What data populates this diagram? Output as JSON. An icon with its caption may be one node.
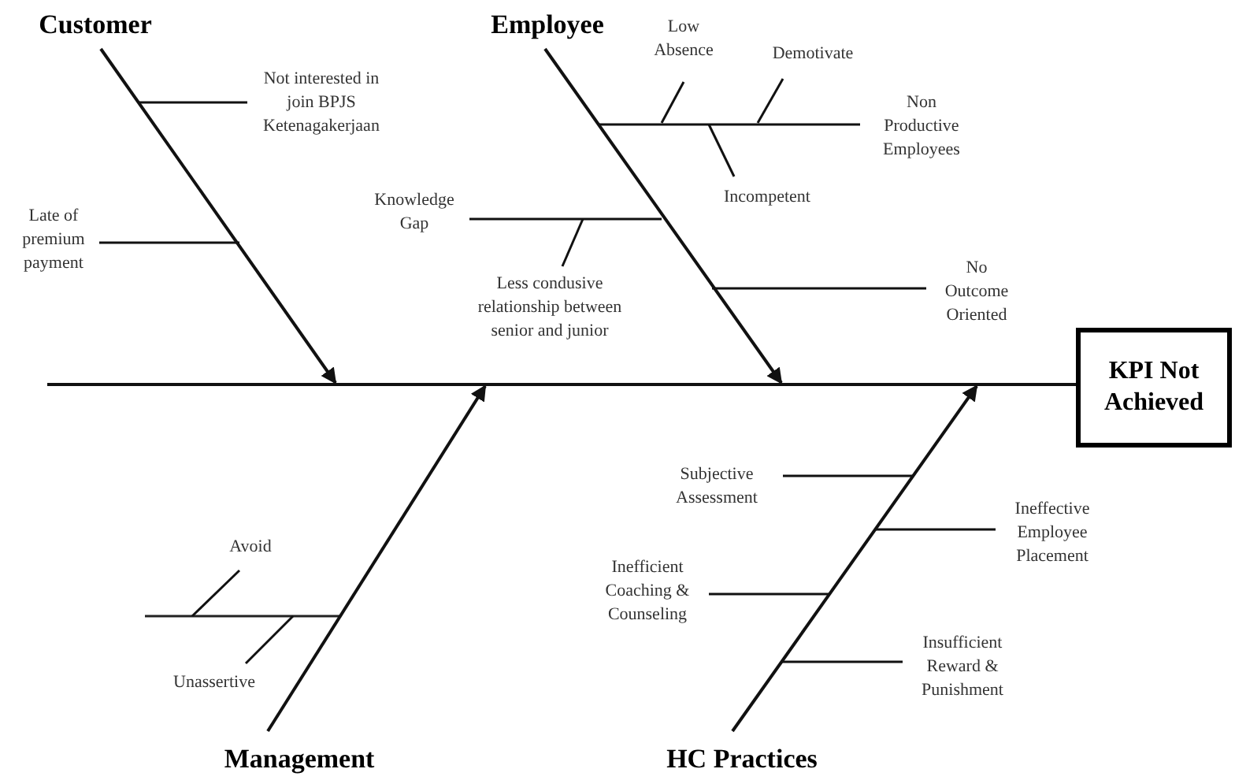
{
  "diagram": {
    "nodes": [
      {
        "text": [
          "Customer"
        ]
      },
      {
        "text": [
          "Employee"
        ]
      },
      {
        "text": [
          "Management"
        ]
      },
      {
        "text": [
          "HC Practices"
        ]
      },
      {
        "text": [
          "KPI Not Achieved"
        ]
      },
      {
        "text": [
          "Not interested in join BPJS Ketenagakerjaan"
        ]
      },
      {
        "text": [
          "Late of premium payment"
        ]
      },
      {
        "text": [
          "Knowledge Gap"
        ]
      },
      {
        "text": [
          "Less condusive relationship between senior and junior"
        ]
      },
      {
        "text": [
          "Low Absence"
        ]
      },
      {
        "text": [
          "Demotivate"
        ]
      },
      {
        "text": [
          "Incompetent"
        ]
      },
      {
        "text": [
          "Non Productive Employees"
        ]
      },
      {
        "text": [
          "No Outcome Oriented"
        ]
      },
      {
        "text": [
          "Avoid"
        ]
      },
      {
        "text": [
          "Unassertive"
        ]
      },
      {
        "text": [
          "Subjective Assessment"
        ]
      },
      {
        "text": [
          "Ineffective Employee Placement"
        ]
      },
      {
        "text": [
          "Inefficient Coaching & Counseling"
        ]
      },
      {
        "text": [
          "Insufficient Reward & Punishment"
        ]
      },
      {
        "text": [],
        "shape": "bar"
      }
    ],
    "edges": [
      {
        "from": 0,
        "to": 20,
        "arrow": "to"
      },
      {
        "from": 1,
        "to": 20,
        "arrow": "to"
      },
      {
        "from": 2,
        "to": 20,
        "arrow": "to"
      },
      {
        "from": 3,
        "to": 20,
        "arrow": "to"
      },
      {
        "from": 5,
        "to": null,
        "arrow": "none"
      },
      {
        "from": 6,
        "to": null,
        "arrow": "none"
      },
      {
        "from": 7,
        "to": null,
        "arrow": "none"
      },
      {
        "from": 8,
        "to": null,
        "arrow": "none"
      },
      {
        "from": 9,
        "to": null,
        "arrow": "none"
      },
      {
        "from": 10,
        "to": null,
        "arrow": "none"
      },
      {
        "from": 11,
        "to": null,
        "arrow": "none"
      },
      {
        "from": 12,
        "to": null,
        "arrow": "none"
      },
      {
        "from": 13,
        "to": null,
        "arrow": "none"
      },
      {
        "from": 14,
        "to": null,
        "arrow": "none"
      },
      {
        "from": 15,
        "to": null,
        "arrow": "none"
      },
      {
        "from": 16,
        "to": null,
        "arrow": "none"
      },
      {
        "from": 17,
        "to": null,
        "arrow": "none"
      },
      {
        "from": 18,
        "to": null,
        "arrow": "none"
      },
      {
        "from": 19,
        "to": null,
        "arrow": "none"
      }
    ]
  }
}
